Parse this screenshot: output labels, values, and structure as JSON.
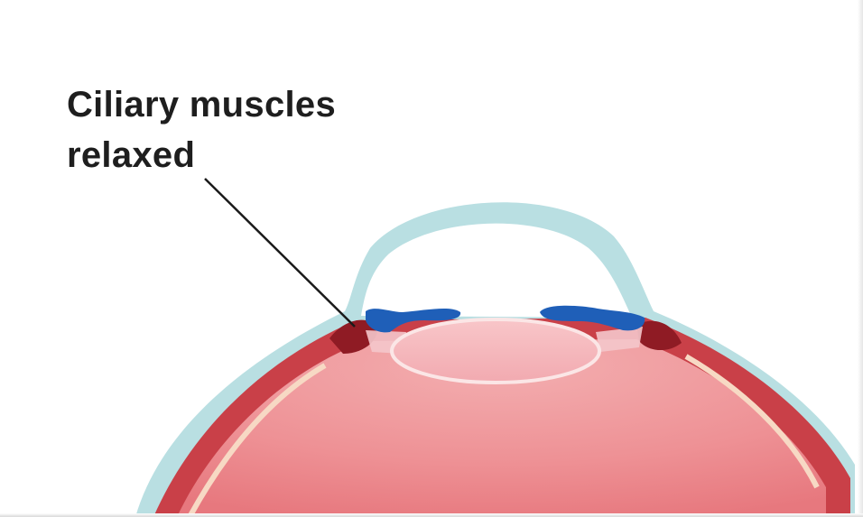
{
  "label": {
    "line1": "Ciliary muscles",
    "line2": "relaxed"
  },
  "colors": {
    "text": "#1e1e1e",
    "cornea_sclera": "#b9dfe2",
    "eyeball": "#ee8f93",
    "eyeball_wall": "#c94048",
    "retina_line": "#f7d9c4",
    "ciliary_muscle": "#1f5fb8",
    "lens_fill": "#f6bdc1",
    "lens_outline": "#fbe6e6"
  },
  "icons": [
    "eye-cross-section-illustration",
    "leader-line"
  ]
}
